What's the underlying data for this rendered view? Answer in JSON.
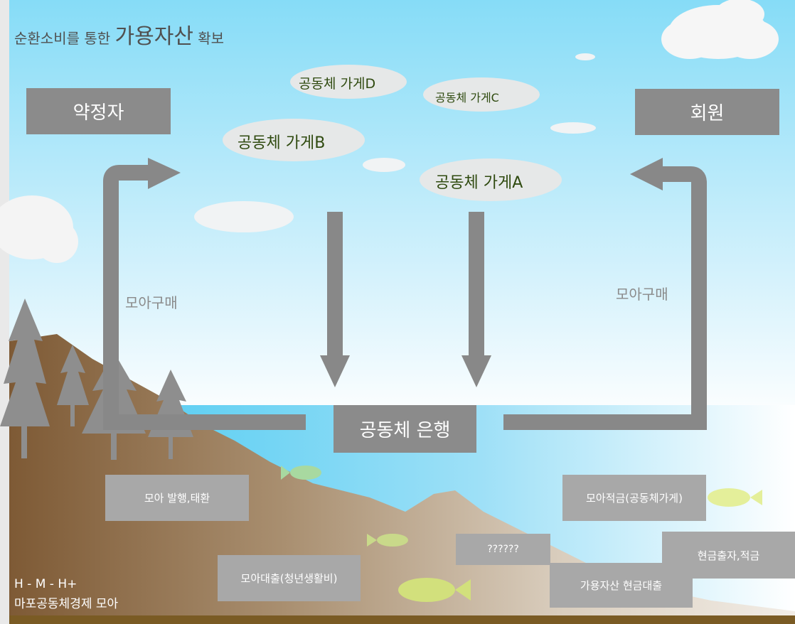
{
  "title": {
    "prefix": "순환소비를 통한 ",
    "emphasis": "가용자산",
    "suffix": " 확보"
  },
  "nodes": {
    "left_box": "약정자",
    "right_box": "회원",
    "center_box": "공동체 은행"
  },
  "stores": {
    "a": "공동체 가게A",
    "b": "공동체 가게B",
    "c": "공동체 가게C",
    "d": "공동체 가게D"
  },
  "flows": {
    "left_label": "모아구매",
    "right_label": "모아구매"
  },
  "bank_items": {
    "issue": "모아 발행,태환",
    "loan": "모아대출(청년생활비)",
    "unknown": "??????",
    "savings": "모아적금(공동체가게)",
    "cash": "현금출자,적금",
    "asset_loan": "가용자산 현금대출"
  },
  "footer": {
    "line1": "H - M - H+",
    "line2": "마포공동체경제 모아"
  },
  "colors": {
    "box_dark": "#8b8b8b",
    "box_light": "#a8a8a8",
    "arrow": "#888888",
    "sky_top": "#86dcf7",
    "ground": "#8b6a47",
    "store_text": "#2f4a0f"
  },
  "icons": [
    "cloud-icon",
    "tree-icon",
    "fish-icon",
    "arrow-down-icon",
    "arrow-right-icon",
    "arrow-left-icon"
  ]
}
